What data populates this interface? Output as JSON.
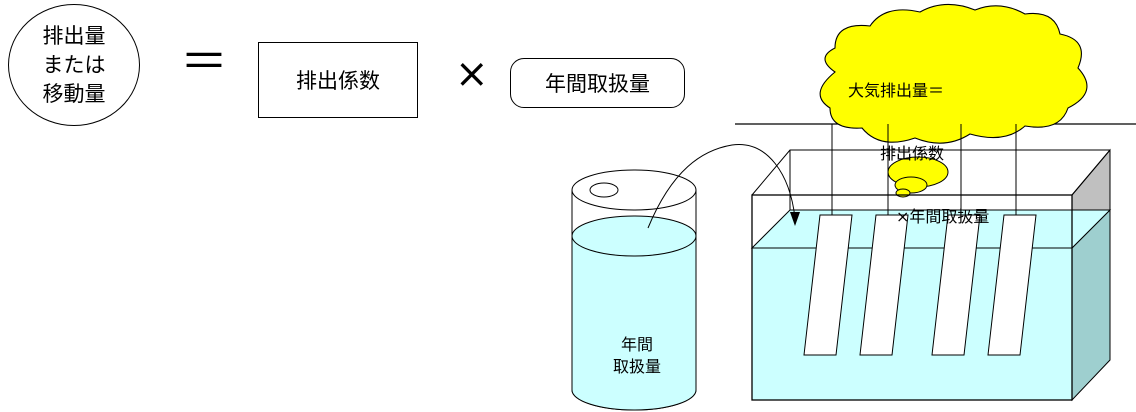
{
  "formula": {
    "left_lines": [
      "排出量",
      "または",
      "移動量"
    ],
    "equals": "＝",
    "factor": "排出係数",
    "times": "×",
    "amount": "年間取扱量"
  },
  "cloud": {
    "lines": [
      "大気排出量＝",
      "　　排出係数",
      "　　　×年間取扱量"
    ]
  },
  "cylinder": {
    "lines": [
      "年間",
      "取扱量"
    ]
  },
  "colors": {
    "cloud_fill": "#ffff00",
    "liquid_fill": "#ccffff",
    "tank_side": "#9ecfcf",
    "tank_top_side": "#c0c0c0"
  }
}
